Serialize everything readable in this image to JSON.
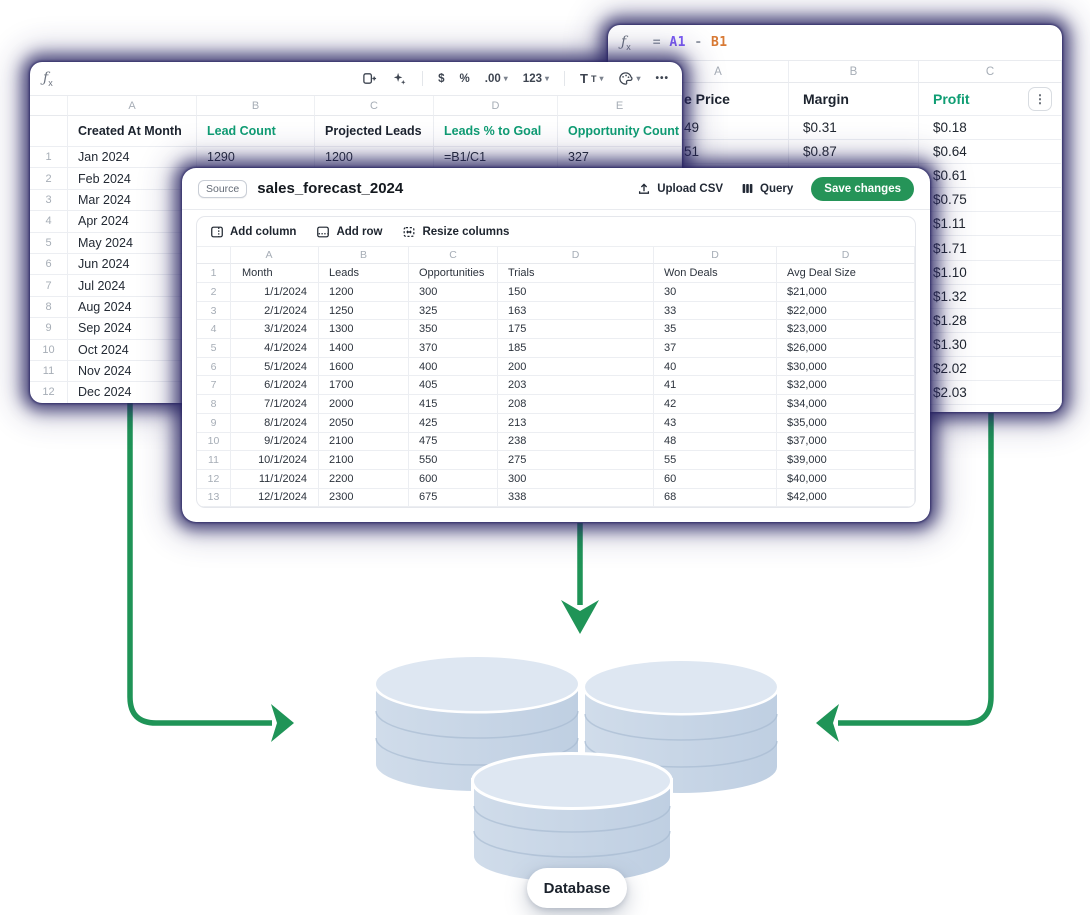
{
  "colors": {
    "accent_teal": "#0f9d73",
    "button_green": "#259458",
    "arrow_green": "#1f9457",
    "formula_ref_a": "#7c5cf5",
    "formula_ref_b": "#d87a35"
  },
  "left_window": {
    "fx_label": "ƒ",
    "fx_sub": "x",
    "toolbar": {
      "dollar": "$",
      "percent": "%",
      "decimal": ".00",
      "number_format": "123",
      "text_format_big": "T",
      "text_format_small": "T",
      "more": "•••",
      "chevron": "▾"
    },
    "col_letters": [
      "A",
      "B",
      "C",
      "D",
      "E"
    ],
    "columns": [
      "Created At Month",
      "Lead Count",
      "Projected Leads",
      "Leads % to Goal",
      "Opportunity Count"
    ],
    "first_row": {
      "num": "1",
      "month": "Jan 2024",
      "lead_count": "1290",
      "projected_leads": "1200",
      "leads_pct": "=B1/C1",
      "opp_count": "327"
    },
    "rows": [
      {
        "num": "2",
        "month": "Feb 2024"
      },
      {
        "num": "3",
        "month": "Mar 2024"
      },
      {
        "num": "4",
        "month": "Apr 2024"
      },
      {
        "num": "5",
        "month": "May 2024"
      },
      {
        "num": "6",
        "month": "Jun 2024"
      },
      {
        "num": "7",
        "month": "Jul 2024"
      },
      {
        "num": "8",
        "month": "Aug 2024"
      },
      {
        "num": "9",
        "month": "Sep 2024"
      },
      {
        "num": "10",
        "month": "Oct 2024"
      },
      {
        "num": "11",
        "month": "Nov 2024"
      },
      {
        "num": "12",
        "month": "Dec 2024"
      }
    ]
  },
  "right_window": {
    "fx_label": "ƒ",
    "fx_sub": "x",
    "formula": {
      "eq": "=",
      "ref_a": "A1",
      "op": "-",
      "ref_b": "B1"
    },
    "col_letters": [
      "A",
      "B",
      "C"
    ],
    "headers": {
      "price": "e Price",
      "margin": "Margin",
      "profit": "Profit"
    },
    "kebab": "⋮",
    "rows": [
      {
        "a": "49",
        "b": "$0.31",
        "c": "$0.18"
      },
      {
        "a": "51",
        "b": "$0.87",
        "c": "$0.64"
      },
      {
        "a": "",
        "b": "",
        "c": "$0.61"
      },
      {
        "a": "",
        "b": "",
        "c": "$0.75"
      },
      {
        "a": "",
        "b": "",
        "c": "$1.11"
      },
      {
        "a": "",
        "b": "",
        "c": "$1.71"
      },
      {
        "a": "",
        "b": "",
        "c": "$1.10"
      },
      {
        "a": "",
        "b": "",
        "c": "$1.32"
      },
      {
        "a": "",
        "b": "",
        "c": "$1.28"
      },
      {
        "a": "",
        "b": "",
        "c": "$1.30"
      },
      {
        "a": "",
        "b": "",
        "c": "$2.02"
      },
      {
        "a": "",
        "b": "",
        "c": "$2.03"
      }
    ]
  },
  "middle_window": {
    "source_label": "Source",
    "title": "sales_forecast_2024",
    "upload_label": "Upload CSV",
    "query_label": "Query",
    "save_label": "Save changes",
    "add_column_label": "Add column",
    "add_row_label": "Add row",
    "resize_columns_label": "Resize columns",
    "col_letters": [
      "A",
      "B",
      "C",
      "D",
      "D",
      "D"
    ],
    "header_row": {
      "num": "1",
      "cells": [
        "Month",
        "Leads",
        "Opportunities",
        "Trials",
        "Won Deals",
        "Avg Deal Size"
      ]
    },
    "rows": [
      {
        "num": "2",
        "cells": [
          "1/1/2024",
          "1200",
          "300",
          "150",
          "30",
          "$21,000"
        ]
      },
      {
        "num": "3",
        "cells": [
          "2/1/2024",
          "1250",
          "325",
          "163",
          "33",
          "$22,000"
        ]
      },
      {
        "num": "4",
        "cells": [
          "3/1/2024",
          "1300",
          "350",
          "175",
          "35",
          "$23,000"
        ]
      },
      {
        "num": "5",
        "cells": [
          "4/1/2024",
          "1400",
          "370",
          "185",
          "37",
          "$26,000"
        ]
      },
      {
        "num": "6",
        "cells": [
          "5/1/2024",
          "1600",
          "400",
          "200",
          "40",
          "$30,000"
        ]
      },
      {
        "num": "7",
        "cells": [
          "6/1/2024",
          "1700",
          "405",
          "203",
          "41",
          "$32,000"
        ]
      },
      {
        "num": "8",
        "cells": [
          "7/1/2024",
          "2000",
          "415",
          "208",
          "42",
          "$34,000"
        ]
      },
      {
        "num": "9",
        "cells": [
          "8/1/2024",
          "2050",
          "425",
          "213",
          "43",
          "$35,000"
        ]
      },
      {
        "num": "10",
        "cells": [
          "9/1/2024",
          "2100",
          "475",
          "238",
          "48",
          "$37,000"
        ]
      },
      {
        "num": "11",
        "cells": [
          "10/1/2024",
          "2100",
          "550",
          "275",
          "55",
          "$39,000"
        ]
      },
      {
        "num": "12",
        "cells": [
          "11/1/2024",
          "2200",
          "600",
          "300",
          "60",
          "$40,000"
        ]
      },
      {
        "num": "13",
        "cells": [
          "12/1/2024",
          "2300",
          "675",
          "338",
          "68",
          "$42,000"
        ]
      }
    ]
  },
  "database_label": "Database"
}
